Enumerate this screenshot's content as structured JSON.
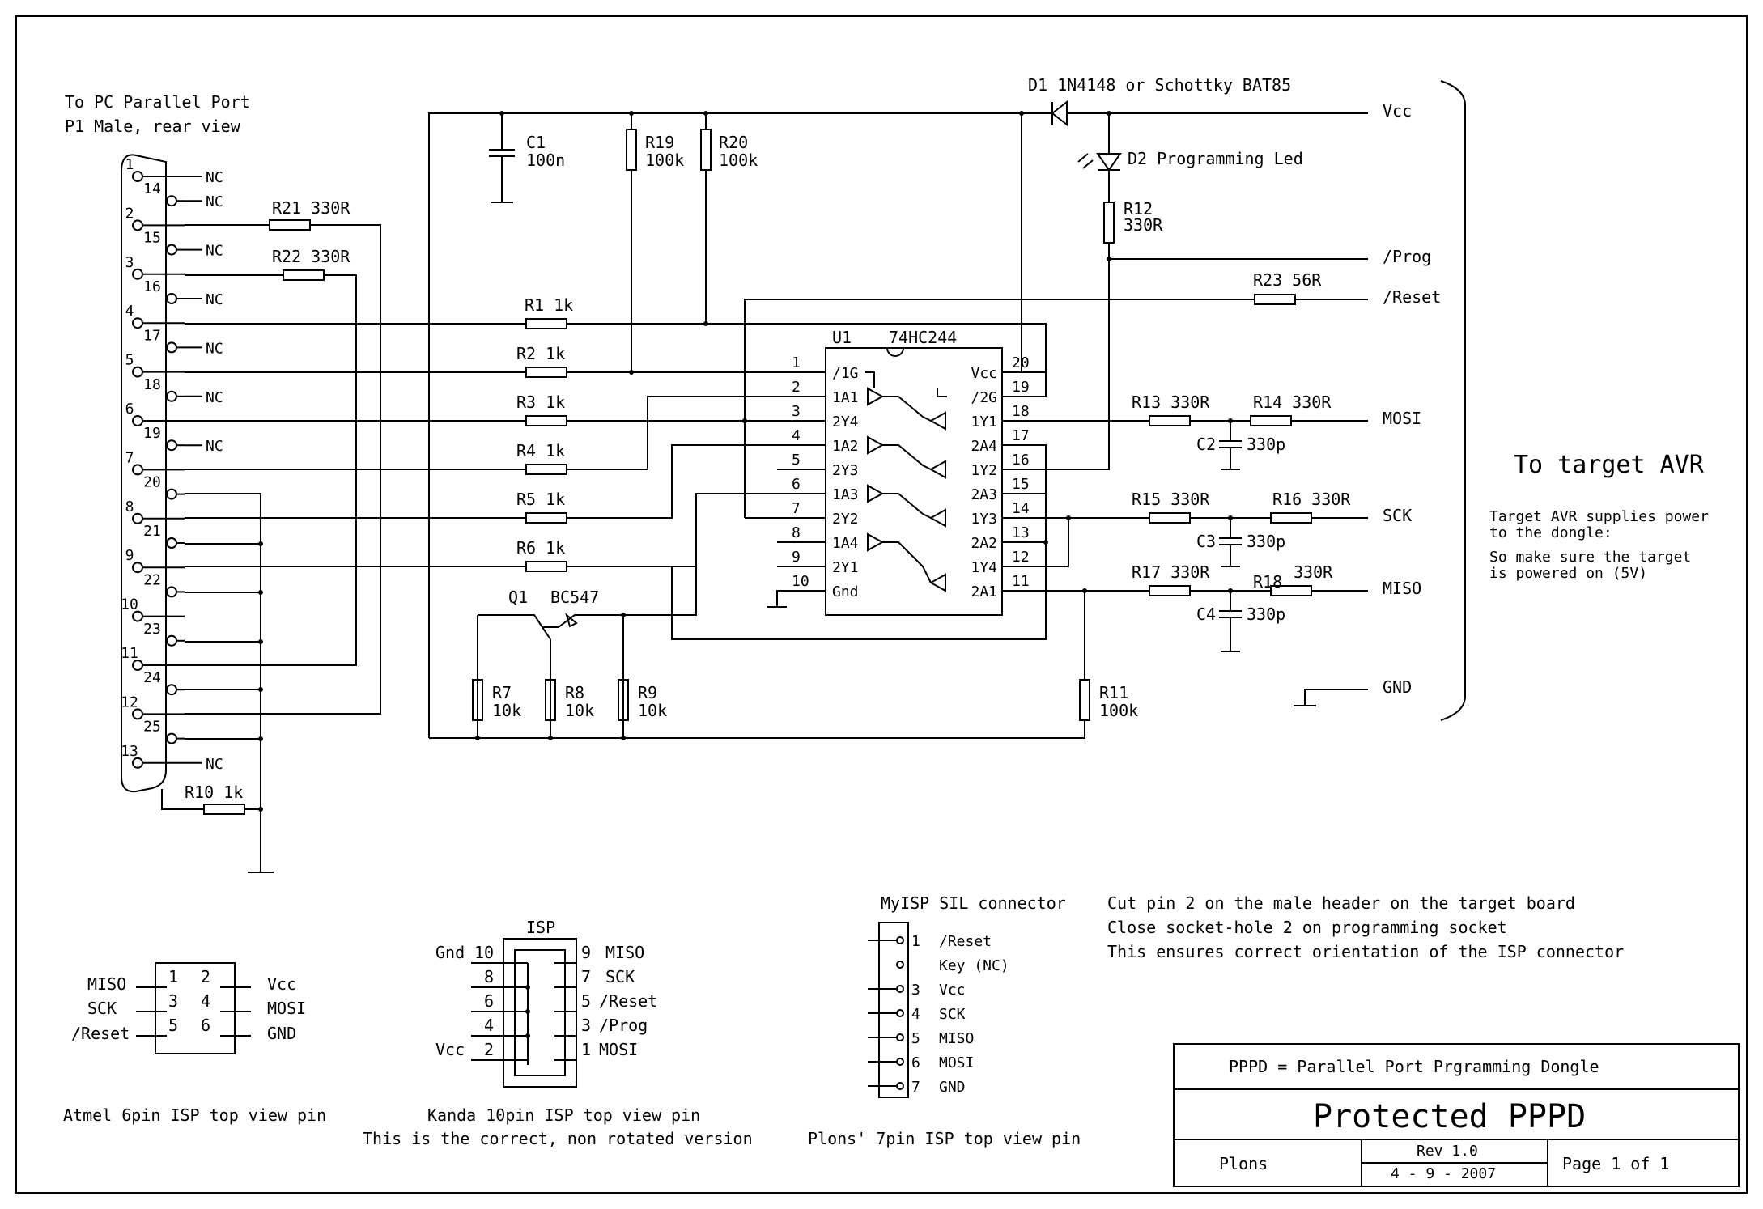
{
  "port": {
    "line1": "To PC Parallel Port",
    "line2": "P1 Male, rear view"
  },
  "db25_pins": [
    {
      "num": "1",
      "label": "NC"
    },
    {
      "num": "14",
      "label": "NC"
    },
    {
      "num": "2",
      "label": ""
    },
    {
      "num": "15",
      "label": "NC"
    },
    {
      "num": "3",
      "label": ""
    },
    {
      "num": "16",
      "label": "NC"
    },
    {
      "num": "4",
      "label": ""
    },
    {
      "num": "17",
      "label": "NC"
    },
    {
      "num": "5",
      "label": ""
    },
    {
      "num": "18",
      "label": "NC"
    },
    {
      "num": "6",
      "label": ""
    },
    {
      "num": "19",
      "label": "NC"
    },
    {
      "num": "7",
      "label": ""
    },
    {
      "num": "20",
      "label": ""
    },
    {
      "num": "8",
      "label": ""
    },
    {
      "num": "21",
      "label": ""
    },
    {
      "num": "9",
      "label": ""
    },
    {
      "num": "22",
      "label": ""
    },
    {
      "num": "10",
      "label": ""
    },
    {
      "num": "23",
      "label": ""
    },
    {
      "num": "11",
      "label": ""
    },
    {
      "num": "24",
      "label": ""
    },
    {
      "num": "12",
      "label": ""
    },
    {
      "num": "25",
      "label": ""
    },
    {
      "num": "13",
      "label": "NC"
    }
  ],
  "parts": {
    "r21": "R21  330R",
    "r22": "R22  330R",
    "r1": "R1  1k",
    "r2": "R2  1k",
    "r3": "R3  1k",
    "r4": "R4  1k",
    "r5": "R5  1k",
    "r6": "R6  1k",
    "r10": "R10  1k",
    "c1_name": "C1",
    "c1_val": "100n",
    "r19_name": "R19",
    "r19_val": "100k",
    "r20_name": "R20",
    "r20_val": "100k",
    "d1": "D1   1N4148 or Schottky BAT85",
    "d2": "D2  Programming Led",
    "r12_name": "R12",
    "r12_val": "330R",
    "r23": "R23  56R",
    "u1_name": "U1",
    "u1_type": "74HC244",
    "q1": "Q1",
    "q1_type": "BC547",
    "r7_name": "R7",
    "r7_val": "10k",
    "r8_name": "R8",
    "r8_val": "10k",
    "r9_name": "R9",
    "r9_val": "10k",
    "r11_name": "R11",
    "r11_val": "100k",
    "r13": "R13  330R",
    "r14": "R14  330R",
    "r15": "R15  330R",
    "r16": "R16  330R",
    "r17": "R17  330R",
    "r18": "R18",
    "r18_val": "330R",
    "c2": "C2",
    "c2_val": "330p",
    "c3": "C3",
    "c3_val": "330p",
    "c4": "C4",
    "c4_val": "330p"
  },
  "ic": {
    "left_nums": [
      "1",
      "2",
      "3",
      "4",
      "5",
      "6",
      "7",
      "8",
      "9",
      "10"
    ],
    "left_labels": [
      "/1G",
      "1A1",
      "2Y4",
      "1A2",
      "2Y3",
      "1A3",
      "2Y2",
      "1A4",
      "2Y1",
      "Gnd"
    ],
    "right_nums": [
      "20",
      "19",
      "18",
      "17",
      "16",
      "15",
      "14",
      "13",
      "12",
      "11"
    ],
    "right_labels": [
      "Vcc",
      "/2G",
      "1Y1",
      "2A4",
      "1Y2",
      "2A3",
      "1Y3",
      "2A2",
      "1Y4",
      "2A1"
    ]
  },
  "signals": {
    "vcc": "Vcc",
    "prog": "/Prog",
    "reset": "/Reset",
    "mosi": "MOSI",
    "sck": "SCK",
    "miso": "MISO",
    "gnd": "GND"
  },
  "target": {
    "title": "To target AVR",
    "note1": "Target AVR supplies power",
    "note2": "to the dongle:",
    "note3": "So make sure the target",
    "note4": "is powered on (5V)"
  },
  "atmel": {
    "l1": "MISO",
    "l2": "SCK",
    "l3": "/Reset",
    "r1": "Vcc",
    "r2": "MOSI",
    "r3": "GND",
    "p1": "1",
    "p2": "2",
    "p3": "3",
    "p4": "4",
    "p5": "5",
    "p6": "6",
    "caption": "Atmel 6pin ISP top view pin"
  },
  "kanda": {
    "title": "ISP",
    "gnd": "Gnd",
    "vcc": "Vcc",
    "p10": "10",
    "p8": "8",
    "p6": "6",
    "p4": "4",
    "p2": "2",
    "p9": "9",
    "p7": "7",
    "p5": "5",
    "p3": "3",
    "p1": "1",
    "miso": "MISO",
    "sck": "SCK",
    "reset": "/Reset",
    "prog": "/Prog",
    "mosi": "MOSI",
    "caption1": "Kanda 10pin ISP top view pin",
    "caption2": "This is the correct, non rotated version"
  },
  "myisp": {
    "title": "MyISP SIL connector",
    "pins": [
      "1",
      "",
      "3",
      "4",
      "5",
      "6",
      "7"
    ],
    "labels": [
      "/Reset",
      "Key (NC)",
      "Vcc",
      "SCK",
      "MISO",
      "MOSI",
      "GND"
    ],
    "caption": "Plons' 7pin ISP top view pin"
  },
  "notes": [
    "Cut pin 2 on the male header on the target board",
    "Close socket-hole 2 on programming socket",
    "This ensures correct orientation of the ISP connector"
  ],
  "titleblock": {
    "desc": "PPPD = Parallel Port Prgramming Dongle",
    "title": "Protected PPPD",
    "author": "Plons",
    "rev": "Rev 1.0",
    "date": "4 - 9 - 2007",
    "page": "Page 1 of 1"
  }
}
